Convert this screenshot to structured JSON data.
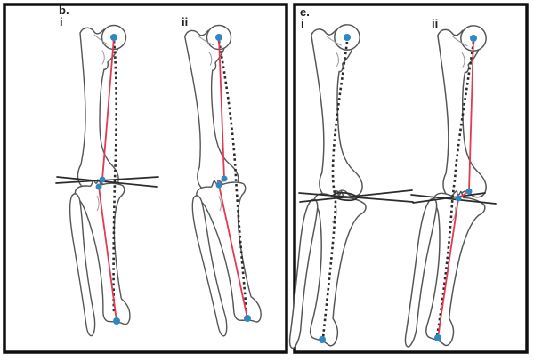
{
  "figure": {
    "description_visible_text_only": true,
    "panels": [
      {
        "label": "b.",
        "subfigures": [
          {
            "label": "i"
          },
          {
            "label": "ii"
          }
        ]
      },
      {
        "label": "e.",
        "subfigures": [
          {
            "label": "i"
          },
          {
            "label": "ii"
          }
        ]
      }
    ]
  },
  "colors": {
    "mechanical_axis_red": "#e23a50",
    "landmark_dot_blue": "#2f88c4",
    "anatomical_axis_dark": "#2b2b2b",
    "joint_line_dark": "#2b2b2b",
    "bone_outline_gray": "#555555",
    "bone_sketch_light_gray": "#9a9a9a",
    "panel_border_black": "#0f0f0f",
    "background_white": "#ffffff"
  }
}
